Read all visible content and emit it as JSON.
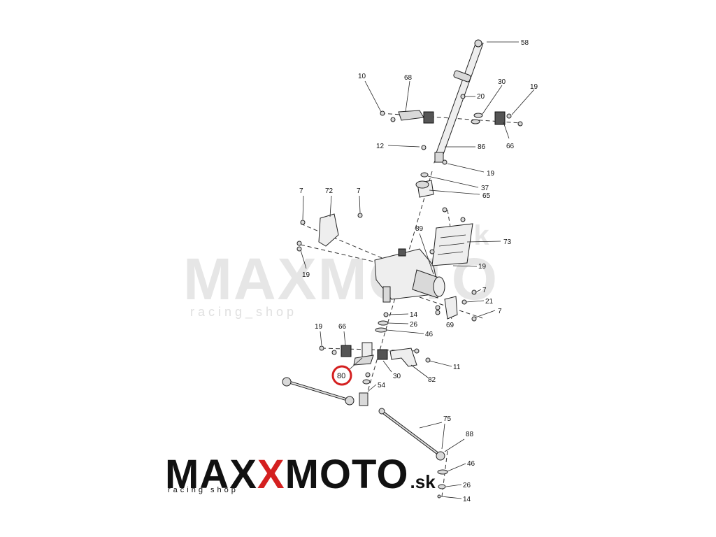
{
  "watermark": {
    "brand": "MAXMOTO",
    "tld": ".sk",
    "tagline": "racing_shop"
  },
  "logo": {
    "brand_left": "MAX",
    "brand_x": "X",
    "brand_right": "MOTO",
    "tld": ".sk",
    "tagline": "racing shop",
    "x_color": "#d42020"
  },
  "highlight": {
    "part_number": "80",
    "color": "#d42020"
  },
  "callouts": {
    "c58": "58",
    "c10": "10",
    "c68": "68",
    "c30a": "30",
    "c19a": "19",
    "c20": "20",
    "c66a": "66",
    "c12": "12",
    "c86": "86",
    "c19b": "19",
    "c37": "37",
    "c65": "65",
    "c7a": "7",
    "c72": "72",
    "c7b": "7",
    "c89": "89",
    "c73": "73",
    "c19c": "19",
    "c19d": "19",
    "c7c": "7",
    "c21": "21",
    "c7d": "7",
    "c14a": "14",
    "c69": "69",
    "c26a": "26",
    "c46a": "46",
    "c19e": "19",
    "c66b": "66",
    "c11": "11",
    "c30b": "30",
    "c82": "82",
    "c54": "54",
    "c75": "75",
    "c88": "88",
    "c46b": "46",
    "c26b": "26",
    "c14b": "14"
  }
}
